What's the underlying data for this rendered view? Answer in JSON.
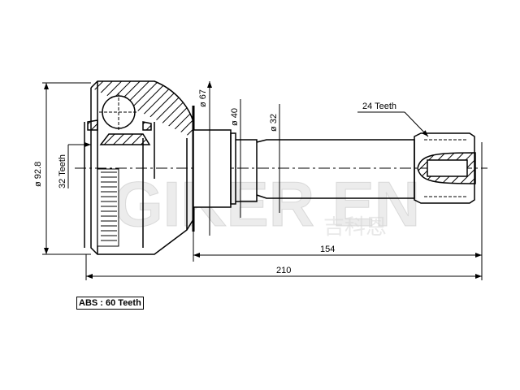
{
  "drawing": {
    "subject": "CV joint outer assembly",
    "labels": {
      "outer_diameter": "ø 92.8",
      "inner_spline": "32 Teeth",
      "bell_neck_diameter": "ø 67",
      "shoulder_diameter": "ø 40",
      "shaft_diameter": "ø 32",
      "end_spline": "24 Teeth",
      "shaft_length": "154",
      "overall_length": "210",
      "abs_ring": "ABS : 60 Teeth"
    },
    "watermark": {
      "latin": "GIKER EN",
      "chinese": "吉科恩"
    }
  }
}
